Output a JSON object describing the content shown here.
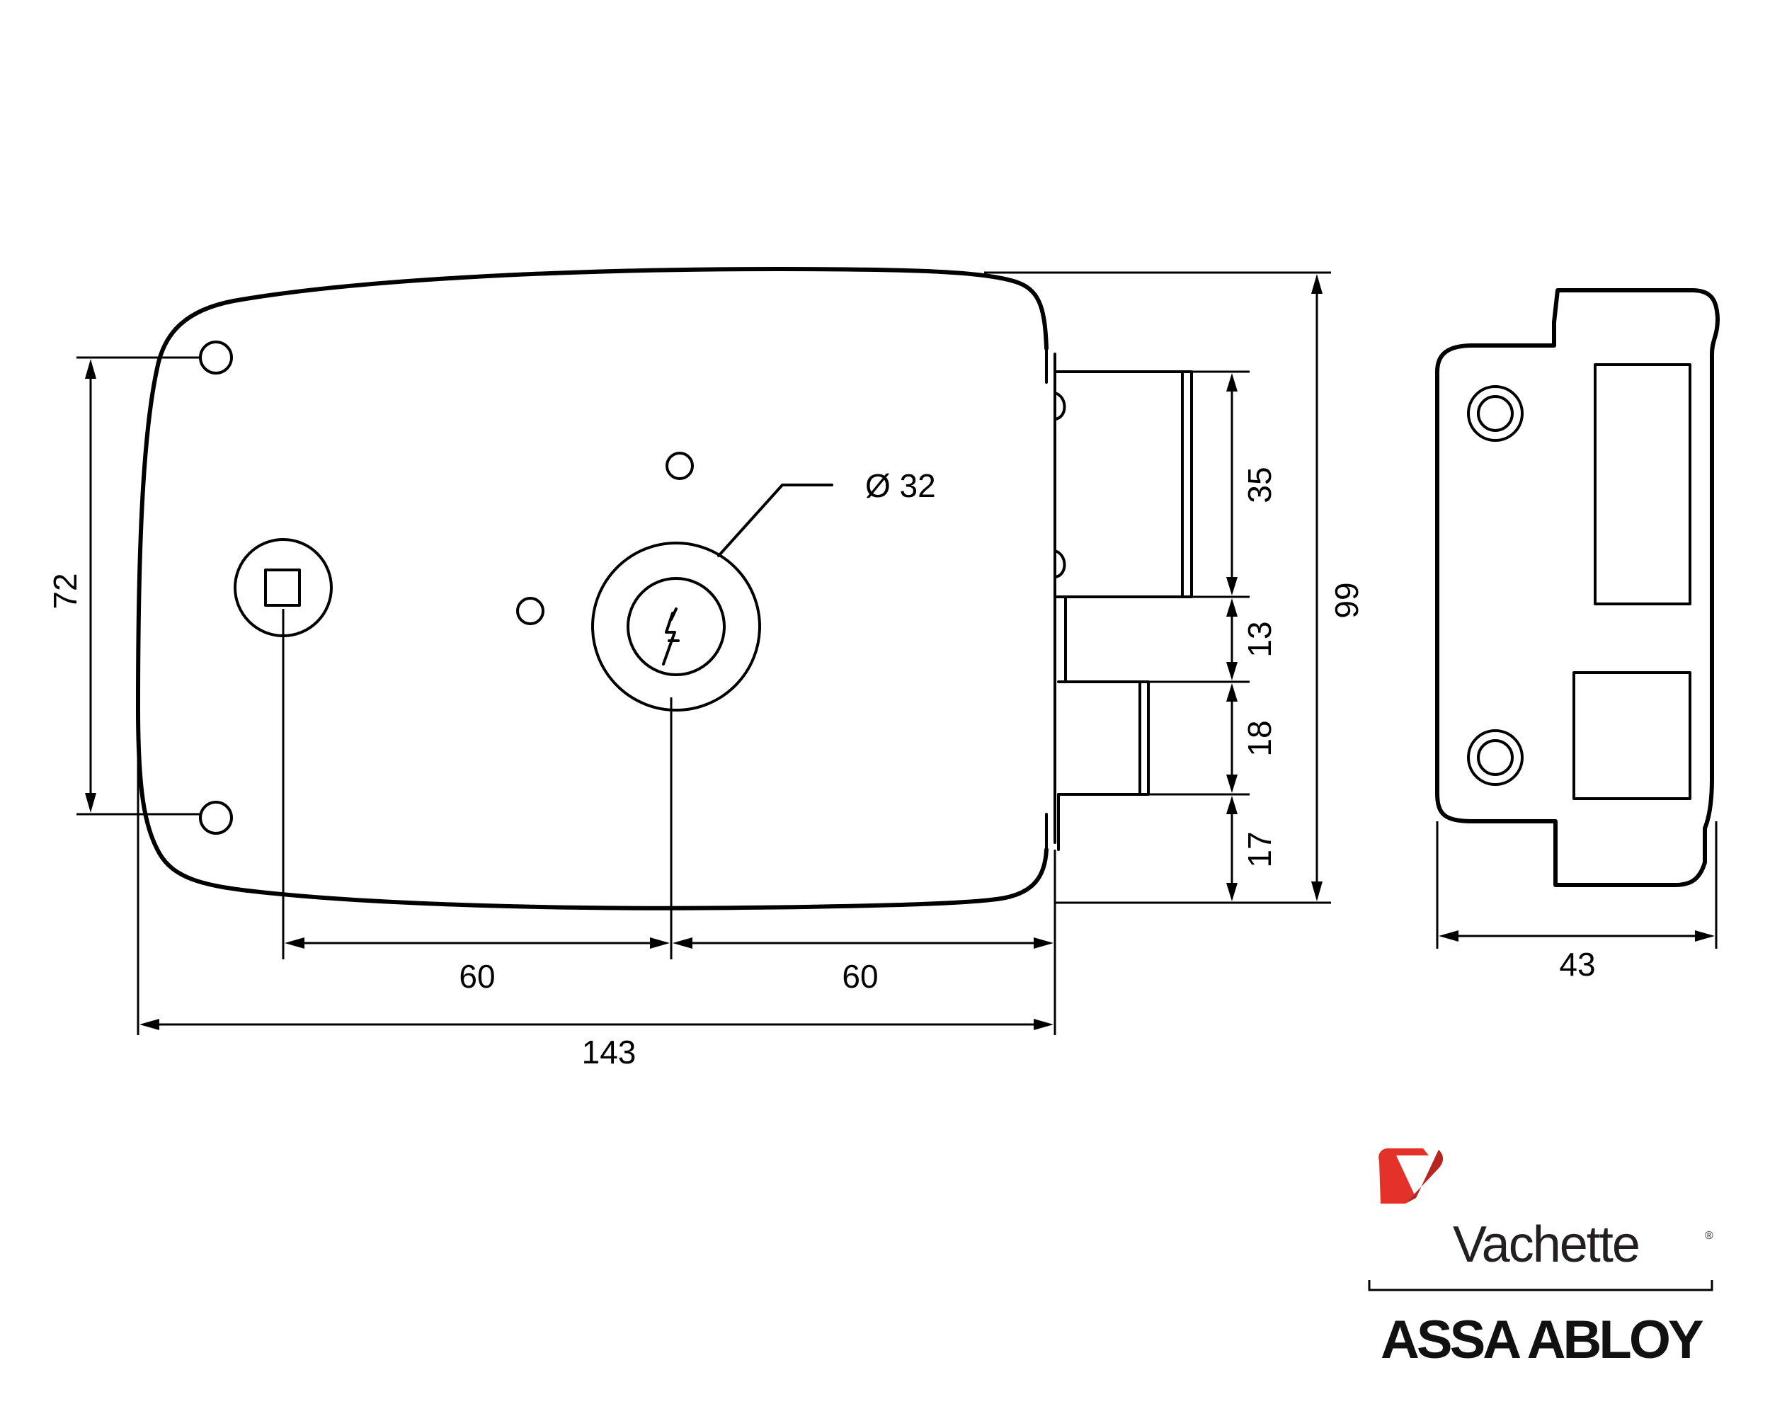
{
  "dimensions": {
    "mounting_hole_spacing": "72",
    "total_height": "99",
    "bolt_section": "35",
    "gap_section": "13",
    "latch_section": "18",
    "bottom_section": "17",
    "handle_to_cylinder": "60",
    "cylinder_to_edge": "60",
    "total_width": "143",
    "strike_width": "43",
    "cylinder_diameter": "Ø 32"
  },
  "logo": {
    "brand": "Vachette",
    "registered_mark": "®",
    "parent": "ASSA ABLOY",
    "accent_color": "#e4322b"
  }
}
